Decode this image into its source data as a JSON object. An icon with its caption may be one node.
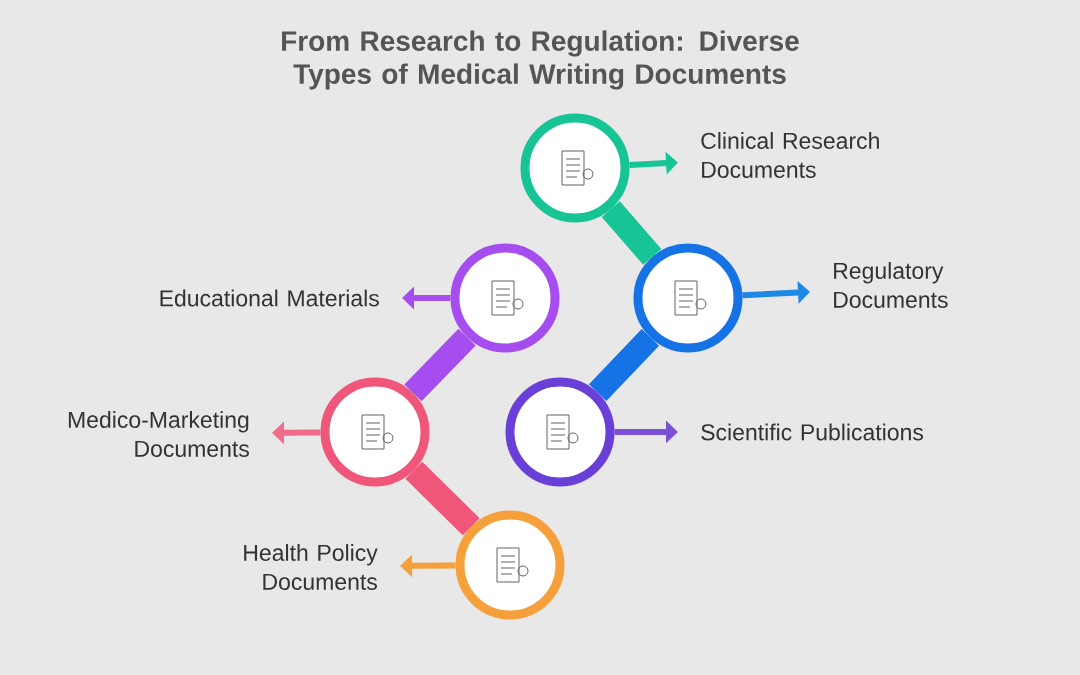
{
  "diagram": {
    "title": "From Research to Regulation: Diverse Types of Medical Writing Documents",
    "nodes": [
      {
        "text": [],
        "shape": "circle"
      },
      {
        "text": [
          "Clinical Research Documents"
        ]
      },
      {
        "text": [],
        "shape": "circle"
      },
      {
        "text": [
          "Regulatory Documents"
        ]
      },
      {
        "text": [],
        "shape": "circle"
      },
      {
        "text": [
          "Educational Materials"
        ]
      },
      {
        "text": [],
        "shape": "circle"
      },
      {
        "text": [
          "Medico-Marketing Documents"
        ]
      },
      {
        "text": [],
        "shape": "circle"
      },
      {
        "text": [
          "Scientific Publications"
        ]
      },
      {
        "text": [],
        "shape": "circle"
      },
      {
        "text": [
          "Health Policy Documents"
        ]
      }
    ],
    "edges": [
      {
        "from": 0,
        "to": 2,
        "arrow": "none",
        "style": "thick",
        "color": "#17c495"
      },
      {
        "from": 2,
        "to": 8,
        "arrow": "none",
        "style": "thick",
        "color": "#1673e6"
      },
      {
        "from": 4,
        "to": 6,
        "arrow": "none",
        "style": "thick",
        "color": "#a64df0"
      },
      {
        "from": 6,
        "to": 10,
        "arrow": "none",
        "style": "thick",
        "color": "#f0557a"
      },
      {
        "from": 0,
        "to": 1,
        "arrow": "to",
        "color": "#17c495"
      },
      {
        "from": 2,
        "to": 3,
        "arrow": "to",
        "color": "#1e88e5"
      },
      {
        "from": 4,
        "to": 5,
        "arrow": "to",
        "color": "#a64df0"
      },
      {
        "from": 6,
        "to": 7,
        "arrow": "to",
        "color": "#f06c8c"
      },
      {
        "from": 8,
        "to": 9,
        "arrow": "to",
        "color": "#7b4fd6"
      },
      {
        "from": 10,
        "to": 11,
        "arrow": "to",
        "color": "#f5a03a"
      }
    ]
  }
}
